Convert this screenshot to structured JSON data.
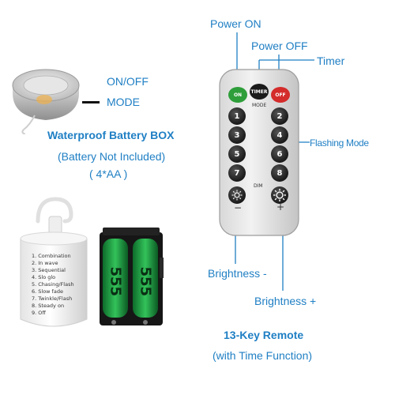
{
  "battery_box": {
    "on_off_label": "ON/OFF",
    "mode_label": "MODE",
    "title": "Waterproof Battery BOX",
    "note_line1": "(Battery Not Included)",
    "note_line2": "( 4*AA )"
  },
  "remote": {
    "power_on_label": "Power ON",
    "power_off_label": "Power OFF",
    "timer_label": "Timer",
    "flashing_mode_label": "Flashing Mode",
    "brightness_minus_label": "Brightness -",
    "brightness_plus_label": "Brightness +",
    "title": "13-Key Remote",
    "subtitle": "(with Time Function)",
    "keys": {
      "on": "ON",
      "timer": "TIMER",
      "off": "OFF",
      "mode": "MODE",
      "dim": "DIM",
      "minus": "−",
      "plus": "+",
      "numbers": [
        "1",
        "2",
        "3",
        "4",
        "5",
        "6",
        "7",
        "8"
      ]
    },
    "colors": {
      "on": "#2e9e3a",
      "timer": "#1a1a1a",
      "off": "#d42b2b"
    }
  },
  "light_label": {
    "items": [
      "1. Combination",
      "2. In wave",
      "3. Sequential",
      "4. Slo glo",
      "5. Chasing/Flash",
      "6. Slow fade",
      "7. Twinkle/Flash",
      "8. Steady on",
      "9. Off"
    ]
  },
  "battery_holder": {
    "cell_label": "555"
  }
}
